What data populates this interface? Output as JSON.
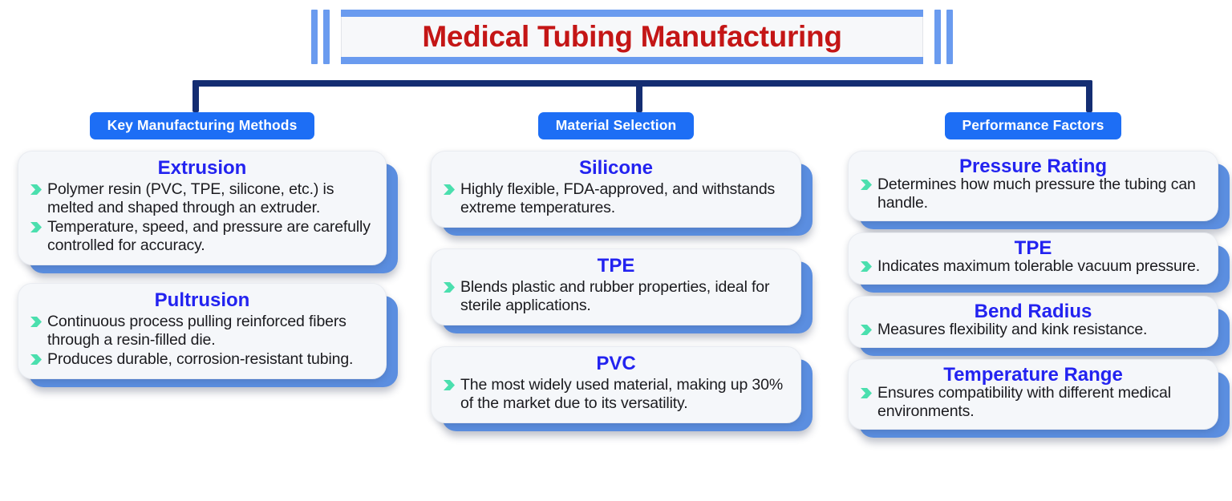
{
  "title": {
    "text": "Medical Tubing Manufacturing",
    "color": "#c41616",
    "accent_bar_color": "#6a9bef"
  },
  "connector": {
    "color": "#142d72"
  },
  "theme": {
    "header_pill_bg": "#1d6ef5",
    "header_pill_text": "#ffffff",
    "card_title_color": "#2323f0",
    "card_face_bg": "#f5f7fa",
    "card_back_bg": "#5b8ee0",
    "bullet_marker_color": "#4bdfae",
    "body_text_color": "#1b1b1f"
  },
  "columns": [
    {
      "header": "Key Manufacturing Methods",
      "cards": [
        {
          "title": "Extrusion",
          "bullets": [
            "Polymer resin (PVC, TPE, silicone, etc.) is melted and shaped through an extruder.",
            "Temperature, speed, and pressure are carefully controlled for accuracy."
          ]
        },
        {
          "title": "Pultrusion",
          "bullets": [
            "Continuous process pulling reinforced fibers through a resin-filled die.",
            "Produces durable, corrosion-resistant tubing."
          ]
        }
      ]
    },
    {
      "header": "Material Selection",
      "cards": [
        {
          "title": "Silicone",
          "bullets": [
            "Highly flexible, FDA-approved, and withstands extreme temperatures."
          ]
        },
        {
          "title": "TPE",
          "bullets": [
            "Blends plastic and rubber properties, ideal for sterile applications."
          ]
        },
        {
          "title": "PVC",
          "bullets": [
            "The most widely used material, making up 30% of the market due to its versatility."
          ]
        }
      ]
    },
    {
      "header": "Performance Factors",
      "cards": [
        {
          "title": "Pressure Rating",
          "bullets": [
            "Determines how much pressure the tubing can handle."
          ]
        },
        {
          "title": "TPE",
          "bullets": [
            "Indicates maximum tolerable vacuum pressure."
          ]
        },
        {
          "title": "Bend Radius",
          "bullets": [
            "Measures flexibility and kink resistance."
          ]
        },
        {
          "title": "Temperature Range",
          "bullets": [
            "Ensures compatibility with different medical environments."
          ]
        }
      ]
    }
  ],
  "icons": {
    "bullet": "chevron-arrow-bullet-icon"
  }
}
